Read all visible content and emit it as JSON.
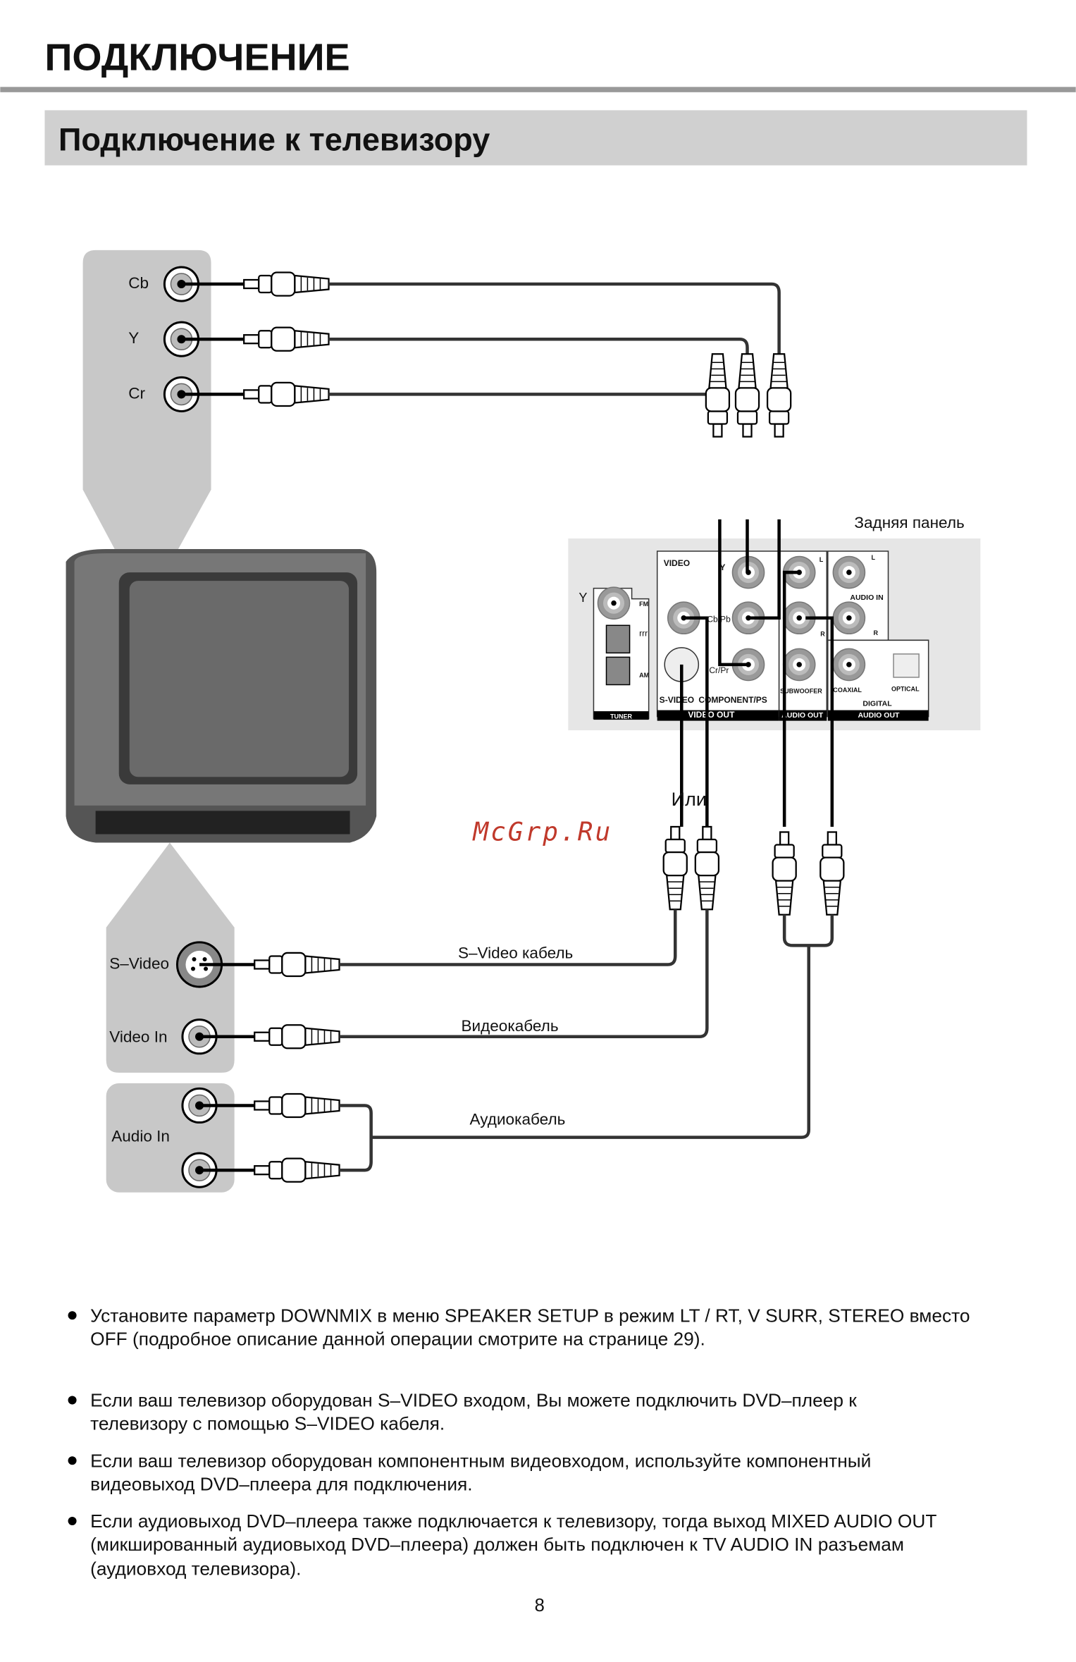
{
  "header": {
    "title": "ПОДКЛЮЧЕНИЕ",
    "section": "Подключение к телевизору"
  },
  "tv_component": {
    "cb": "Cb",
    "y": "Y",
    "cr": "Cr"
  },
  "rear_panel": {
    "caption": "Задняя панель",
    "tuner": {
      "fm": "FM",
      "am": "AM",
      "label": "TUNER"
    },
    "video": {
      "video": "VIDEO",
      "y": "Y",
      "cbpb": "Cb/Pb",
      "crpr": "Cr/Pr",
      "svideo": "S-VIDEO",
      "component": "COMPONENT/PS",
      "group": "VIDEO OUT"
    },
    "audio": {
      "l": "L",
      "r": "R",
      "subwoofer": "SUBWOOFER",
      "group": "AUDIO OUT"
    },
    "audio_in": {
      "l": "L",
      "r": "R",
      "label": "AUDIO IN"
    },
    "digital": {
      "coaxial": "COAXIAL",
      "optical": "OPTICAL",
      "digital": "DIGITAL",
      "group": "AUDIO OUT"
    }
  },
  "or_label": "Или",
  "watermark": "McGrp.Ru",
  "tv_inputs": {
    "svideo": "S–Video",
    "video_in": "Video In",
    "audio_in": "Audio In"
  },
  "cables": {
    "svideo": "S–Video кабель",
    "video": "Видеокабель",
    "audio": "Аудиокабель"
  },
  "bullets": [
    [
      "Установите параметр DOWNMIX в меню SPEAKER SETUP в режим LT / RT, V SURR, STEREO вместо",
      "OFF (подробное описание данной операции смотрите на странице 29)."
    ],
    [
      "Если ваш телевизор оборудован S–VIDEO входом, Вы можете подключить DVD–плеер к",
      "телевизору с помощью S–VIDEO кабеля."
    ],
    [
      "Если ваш телевизор оборудован компонентным видеовходом, используйте компонентный",
      "видеовыход DVD–плеера для подключения."
    ],
    [
      "Если аудиовыход DVD–плеера также подключается к телевизору, тогда выход MIXED AUDIO OUT",
      "(микшированный аудиовыход DVD–плеера) должен быть подключен к TV AUDIO IN разъемам",
      "(аудиовход телевизора)."
    ]
  ],
  "page_number": "8",
  "colors": {
    "rule": "#999999",
    "section_bg": "#d0d0d0",
    "panel_bg": "#e6e6e6",
    "watermark": "#c0392b"
  }
}
